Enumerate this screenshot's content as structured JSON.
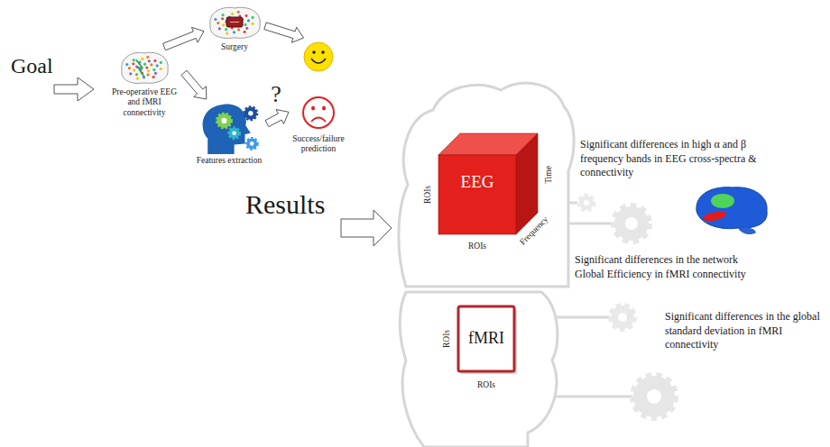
{
  "diagram": {
    "nodes": [
      {
        "text": [
          "Pre-operative EEG and fMRI connectivity"
        ]
      },
      {
        "text": [
          "Surgery"
        ]
      },
      {
        "text": [
          "Features extraction"
        ]
      },
      {
        "text": [
          "Success/failure prediction"
        ]
      },
      {
        "text": [
          "EEG",
          "ROIs",
          "ROIs",
          "Time",
          "Frequency"
        ]
      },
      {
        "text": [
          "fMRI",
          "ROIs",
          "ROIs"
        ]
      }
    ],
    "edges": [
      {
        "from": 0,
        "to": 1,
        "arrow": "to"
      },
      {
        "from": 0,
        "to": 2,
        "arrow": "to"
      },
      {
        "from": 1,
        "to": 3,
        "arrow": "to"
      },
      {
        "from": 2,
        "to": 3,
        "label": "?",
        "arrow": "to"
      }
    ],
    "labels": [
      "Goal",
      "Results",
      "Significant differences in high α and β frequency bands in EEG cross-spectra & connectivity",
      "Significant differences in the network Global Efficiency in fMRI connectivity",
      "Significant differences in the global standard deviation in fMRI connectivity"
    ]
  }
}
